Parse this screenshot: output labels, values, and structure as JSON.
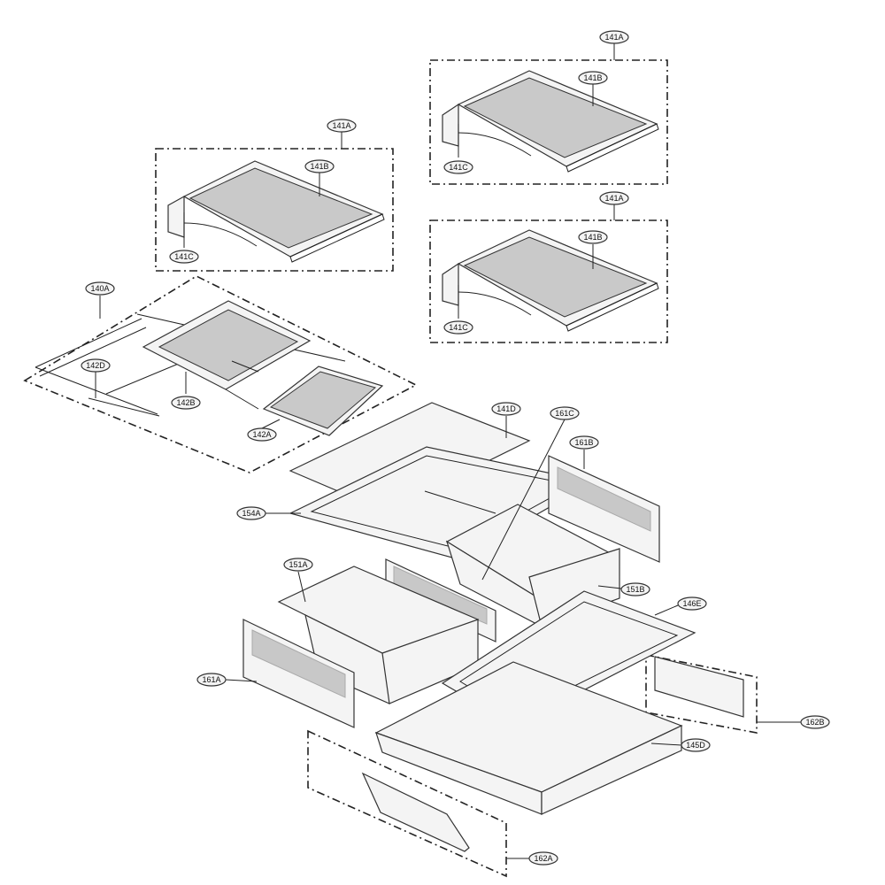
{
  "labels": {
    "l141A_top": "141A",
    "l141B_top": "141B",
    "l141C_top": "141C",
    "l141A_left": "141A",
    "l141B_left": "141B",
    "l141C_left": "141C",
    "l141A_mid": "141A",
    "l141B_mid": "141B",
    "l141C_mid": "141C",
    "l140A": "140A",
    "l142D": "142D",
    "l142B": "142B",
    "l142A": "142A",
    "l141D": "141D",
    "l161C": "161C",
    "l161B": "161B",
    "l154A": "154A",
    "l151A": "151A",
    "l151B": "151B",
    "l146E": "146E",
    "l161A": "161A",
    "l162B": "162B",
    "l145D": "145D",
    "l162A": "162A"
  }
}
